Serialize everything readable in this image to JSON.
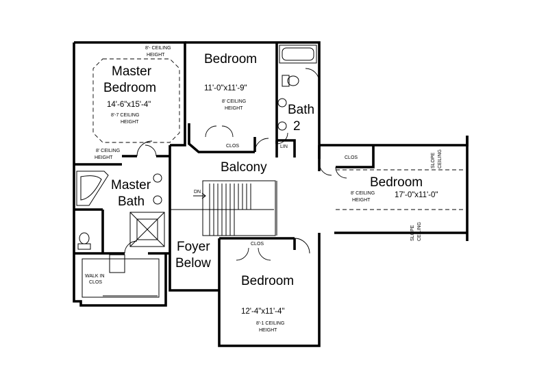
{
  "rooms": {
    "master_bedroom": {
      "name_line1": "Master",
      "name_line2": "Bedroom",
      "dimensions": "14'-6\"x15'-4\"",
      "ceiling_top_line1": "8'- CEILING",
      "ceiling_top_line2": "HEIGHT",
      "ceiling_tray_line1": "8'-7   CEILING",
      "ceiling_tray_line2": "HEIGHT",
      "ceiling_bottom_line1": "8' CEILING",
      "ceiling_bottom_line2": "HEIGHT"
    },
    "bedroom_top": {
      "name": "Bedroom",
      "dimensions": "11'-0\"x11'-9\"",
      "ceiling_line1": "8'  CEILING",
      "ceiling_line2": "HEIGHT",
      "closet": "CLOS"
    },
    "bath2": {
      "name_line1": "Bath",
      "name_line2": "2",
      "linen": "LIN"
    },
    "balcony": {
      "name": "Balcony",
      "stair_label": "DN"
    },
    "bedroom_right": {
      "name": "Bedroom",
      "dimensions": "17'-0\"x11'-0\"",
      "ceiling_line1": "8'  CEILING",
      "ceiling_line2": "HEIGHT",
      "closet": "CLOS",
      "slope_top_line1": "SLOPE",
      "slope_top_line2": "CEILING",
      "slope_bottom_line1": "SLOPE",
      "slope_bottom_line2": "CEILING"
    },
    "master_bath": {
      "name_line1": "Master",
      "name_line2": "Bath"
    },
    "walk_in": {
      "line1": "WALK IN",
      "line2": "CLOS"
    },
    "foyer": {
      "line1": "Foyer",
      "line2": "Below"
    },
    "bedroom_bottom": {
      "name": "Bedroom",
      "dimensions": "12'-4\"x11'-4\"",
      "ceiling_line1": "8'-1 CEILING",
      "ceiling_line2": "HEIGHT",
      "closet": "CLOS"
    }
  }
}
